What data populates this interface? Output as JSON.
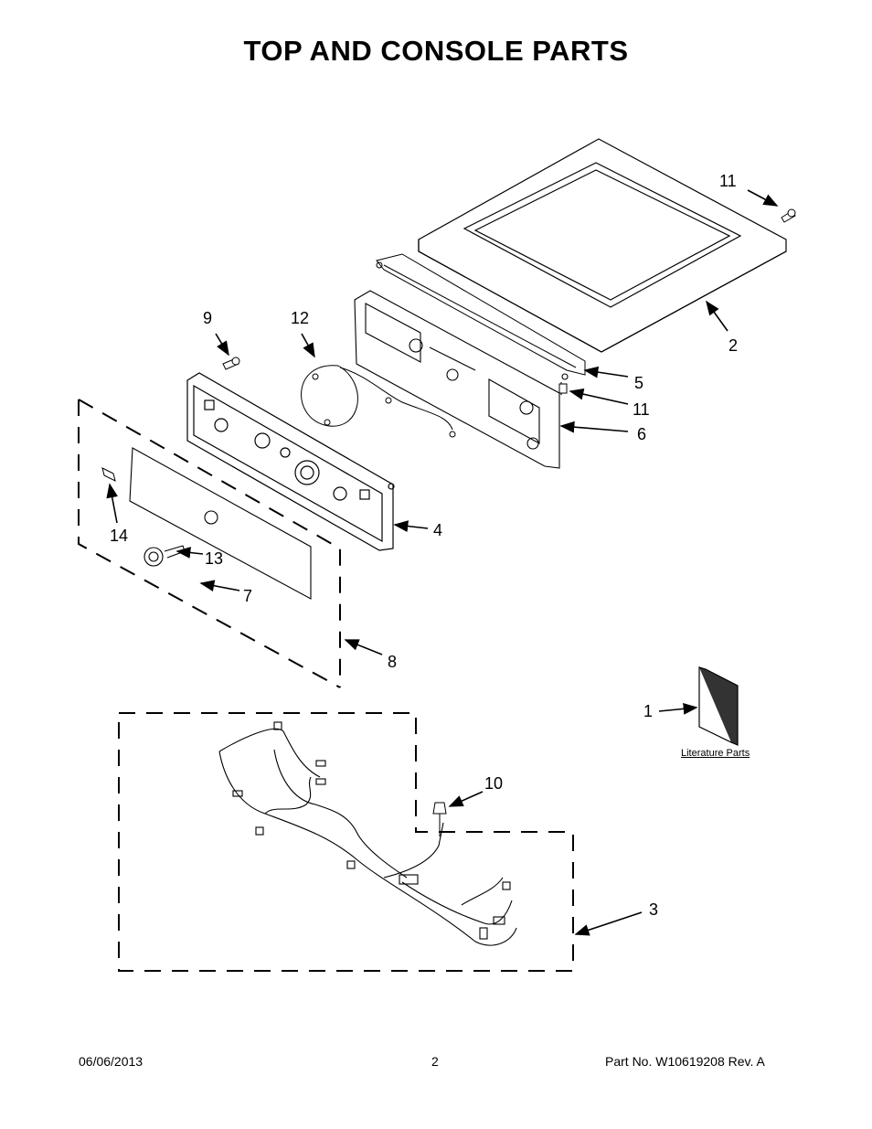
{
  "title": "TOP AND CONSOLE PARTS",
  "callouts": {
    "c1": "1",
    "c2": "2",
    "c3": "3",
    "c4": "4",
    "c5": "5",
    "c6": "6",
    "c7": "7",
    "c8": "8",
    "c9": "9",
    "c10": "10",
    "c11a": "11",
    "c11b": "11",
    "c12": "12",
    "c13": "13",
    "c14": "14"
  },
  "literature_label": "Literature Parts",
  "footer": {
    "date": "06/06/2013",
    "page": "2",
    "part_no": "Part No.  W10619208  Rev.  A"
  }
}
